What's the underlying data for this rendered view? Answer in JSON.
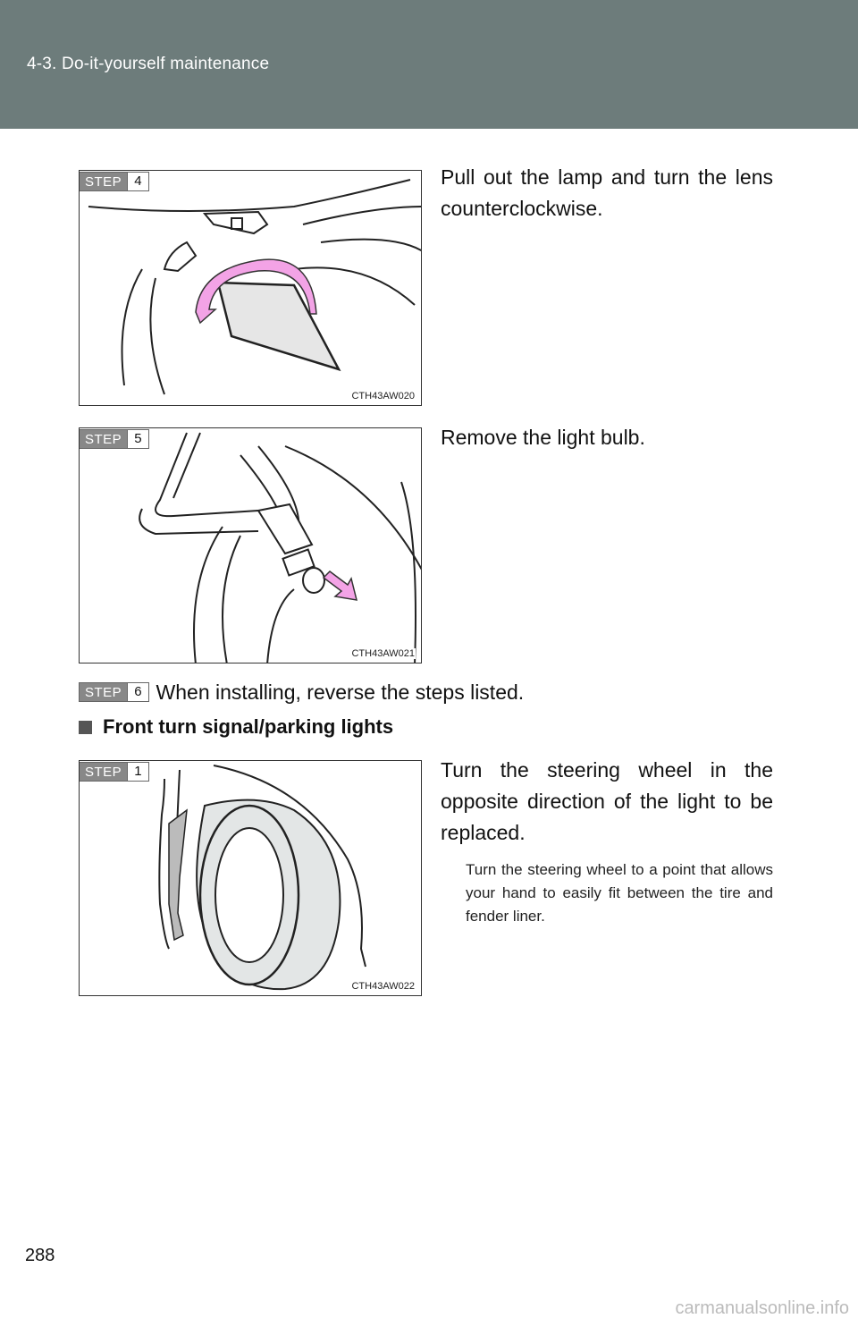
{
  "header": {
    "section": "4-3. Do-it-yourself maintenance"
  },
  "steps": [
    {
      "label": "STEP",
      "number": "4",
      "figure_code": "CTH43AW020",
      "text": "Pull out the lamp and turn the lens counterclockwise."
    },
    {
      "label": "STEP",
      "number": "5",
      "figure_code": "CTH43AW021",
      "text": "Remove the light bulb."
    },
    {
      "label": "STEP",
      "number": "6",
      "text": "When installing, reverse the steps listed."
    }
  ],
  "section": {
    "title": "Front turn signal/parking lights",
    "step": {
      "label": "STEP",
      "number": "1",
      "figure_code": "CTH43AW022",
      "text": "Turn the steering wheel in the opposite direction of the light to be replaced."
    },
    "note": "Turn the steering wheel to a point that allows your hand to easily fit between the tire and fender liner."
  },
  "page_number": "288",
  "watermark": "carmanualsonline.info",
  "colors": {
    "header": "#6d7c7b",
    "arrow_pink": "#f3a3e6",
    "badge": "#888888"
  }
}
